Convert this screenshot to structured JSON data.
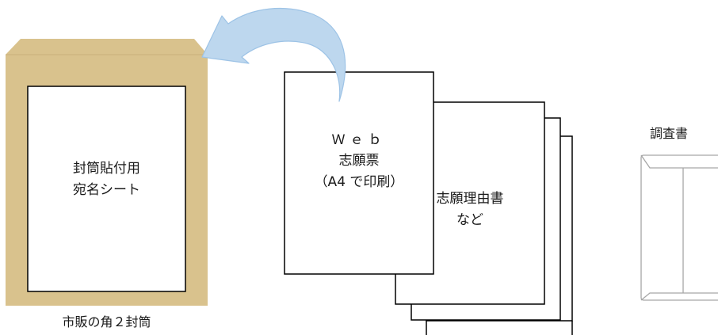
{
  "envelope": {
    "sheet_label_line1": "封筒貼付用",
    "sheet_label_line2": "宛名シート",
    "caption": "市販の角２封筒",
    "fill_color": "#d9c28d"
  },
  "web_form": {
    "line1": "Ｗｅｂ",
    "line2": "志願票",
    "line3": "（A4 で印刷）"
  },
  "reason_doc": {
    "line1": "志願理由書",
    "line2": "など"
  },
  "survey": {
    "label": "調査書",
    "envelope_stroke": "#a6a6a6"
  },
  "arrow": {
    "fill_color": "#bdd7ee",
    "stroke_color": "#9dc3e6"
  }
}
